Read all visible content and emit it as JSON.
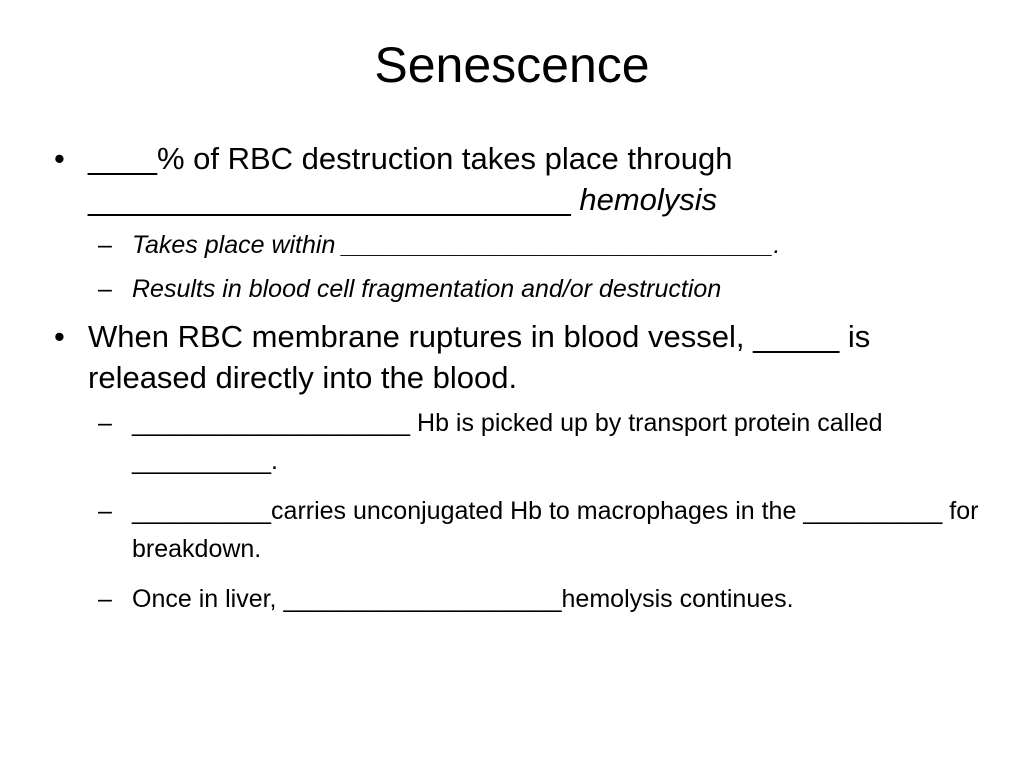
{
  "slide": {
    "title": "Senescence",
    "bullets": [
      {
        "text_a": "____% of RBC destruction takes place through ____________________________ ",
        "text_b": "hemolysis",
        "subs": [
          {
            "text": "Takes place within _______________________________."
          },
          {
            "text": "Results in blood cell fragmentation and/or destruction"
          }
        ]
      },
      {
        "text": "When RBC membrane ruptures in blood vessel, _____ is released directly into the blood.",
        "subs": [
          {
            "text": "____________________ Hb is picked up by transport protein called __________."
          },
          {
            "text": "__________carries unconjugated Hb to macrophages in the __________ for breakdown."
          },
          {
            "text": "Once in liver, ____________________hemolysis continues."
          }
        ]
      }
    ],
    "bullet_symbol": "•",
    "dash_symbol": "–"
  }
}
